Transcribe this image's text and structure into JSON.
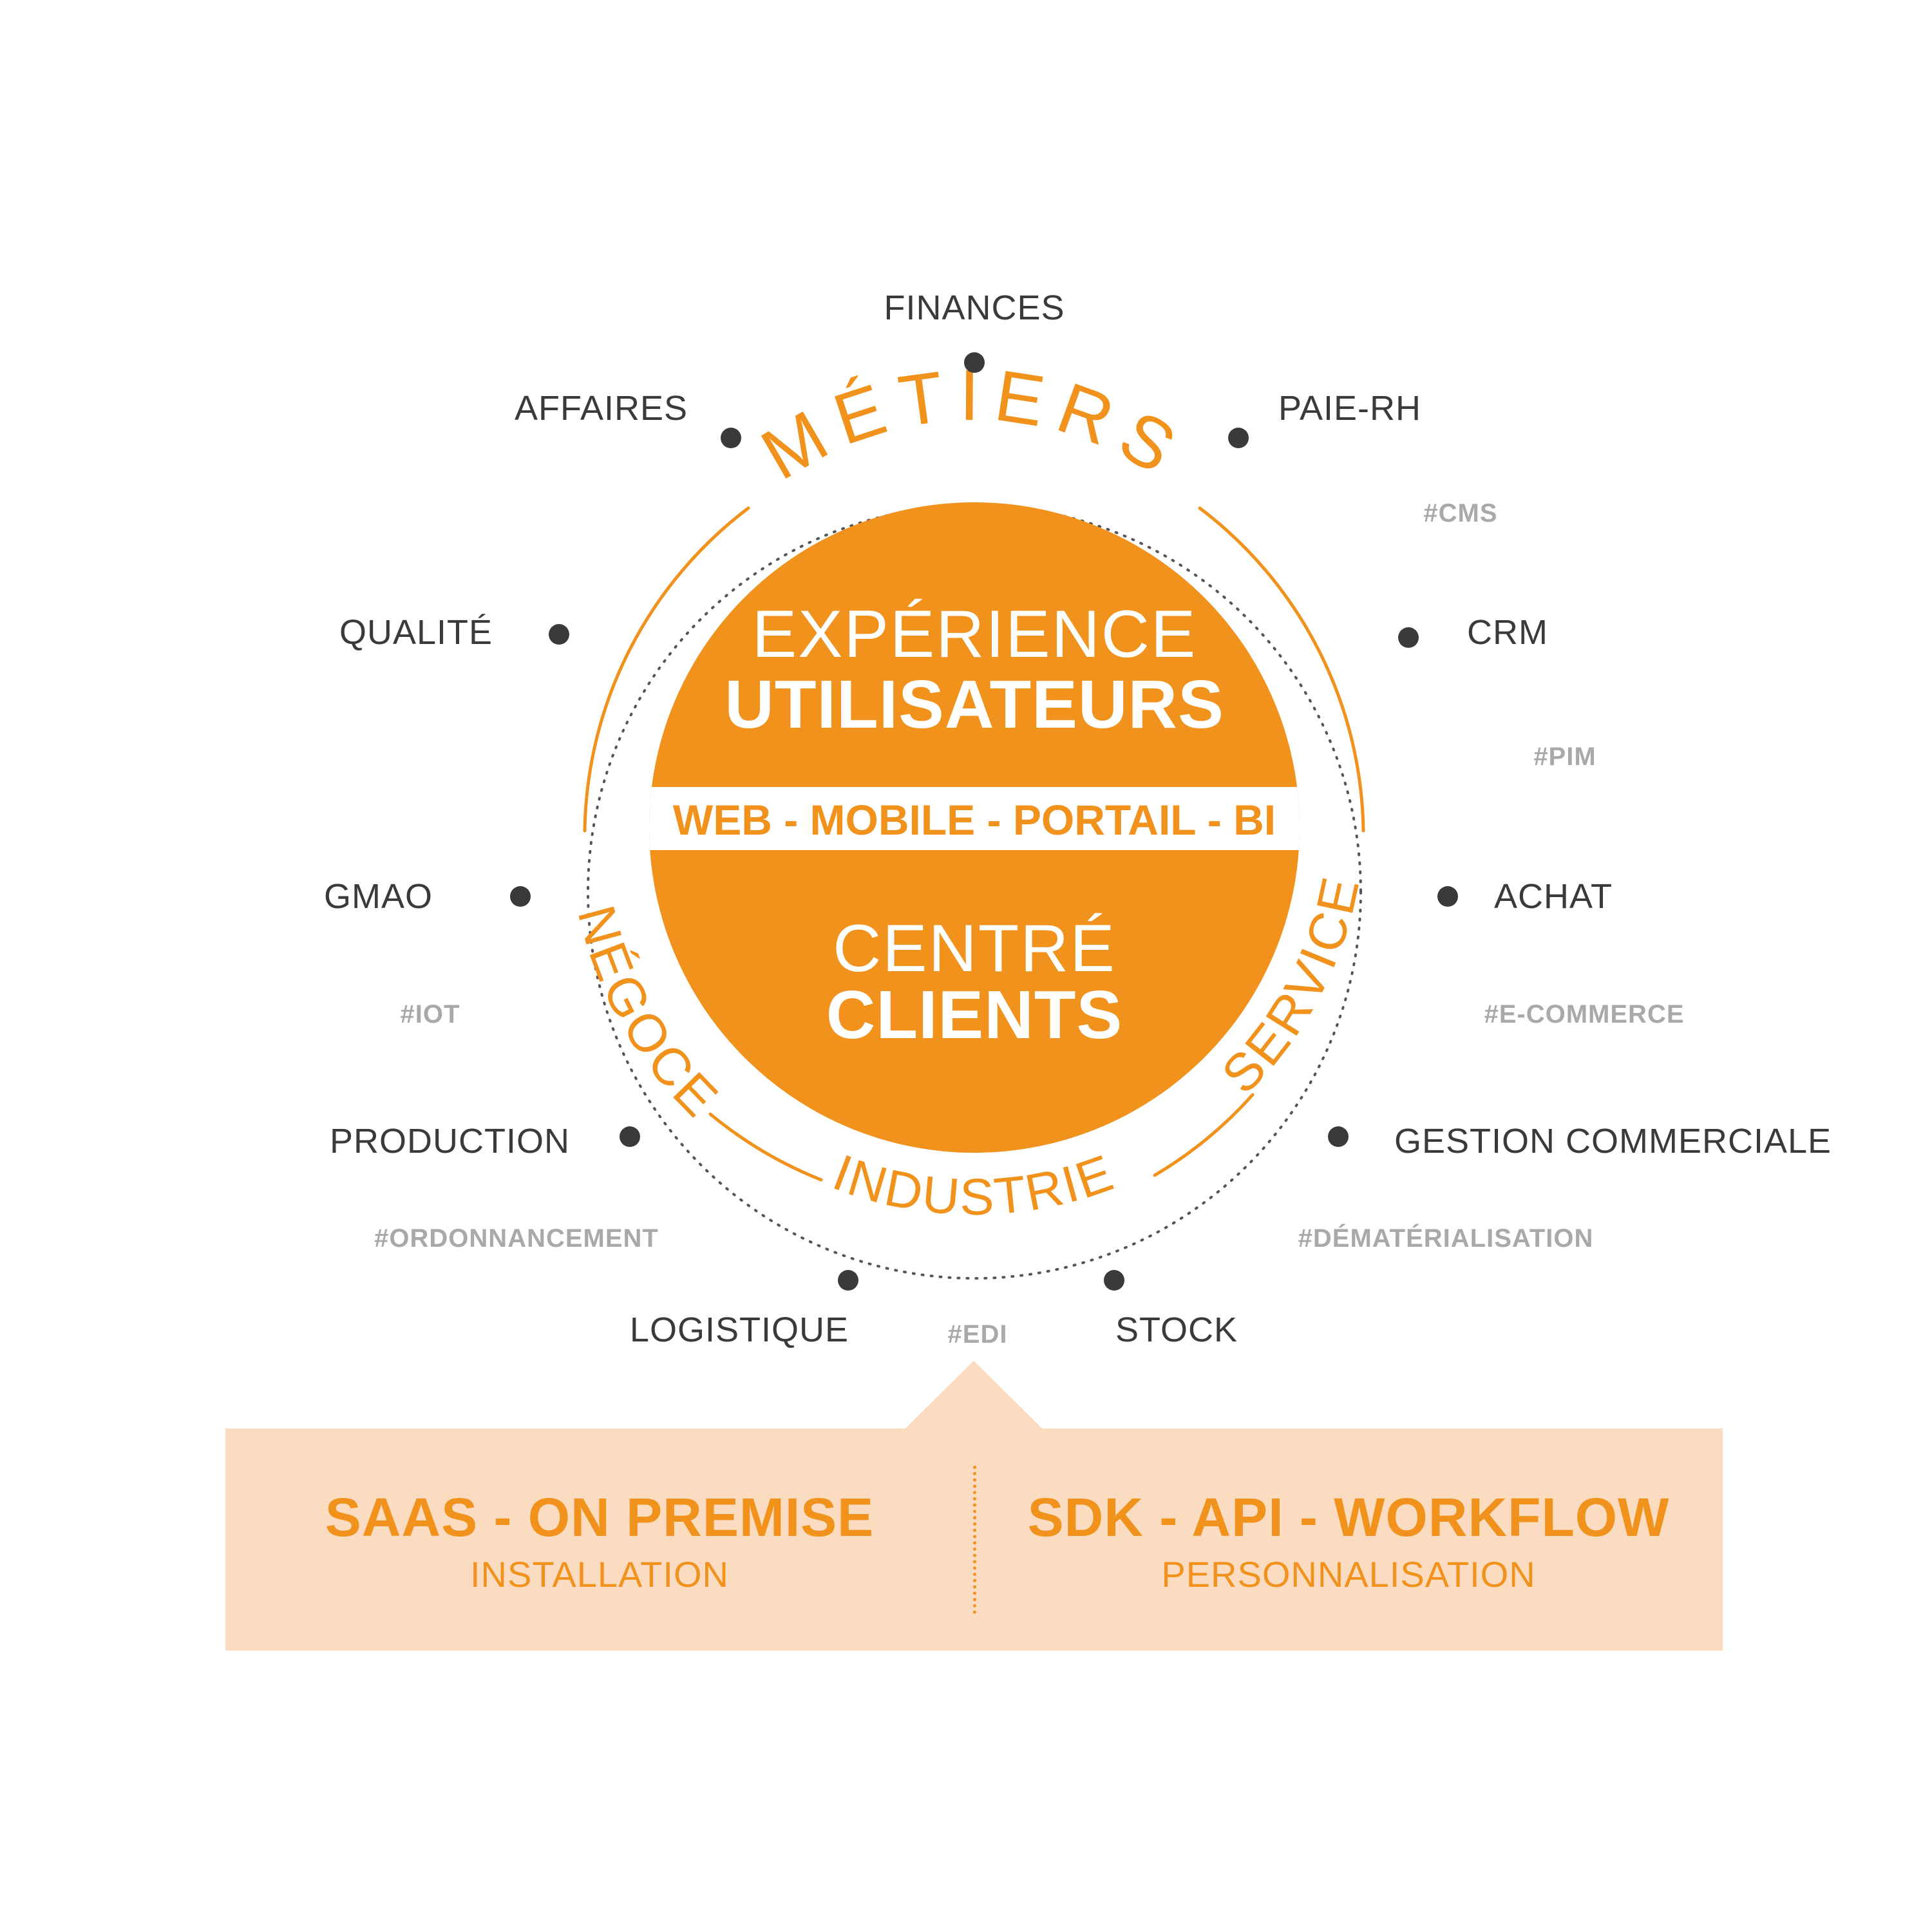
{
  "ring_nodes": [
    {
      "label": "FINANCES"
    },
    {
      "label": "PAIE-RH"
    },
    {
      "label": "CRM"
    },
    {
      "label": "ACHAT"
    },
    {
      "label": "GESTION COMMERCIALE"
    },
    {
      "label": "STOCK"
    },
    {
      "label": "LOGISTIQUE"
    },
    {
      "label": "PRODUCTION"
    },
    {
      "label": "GMAO"
    },
    {
      "label": "QUALITÉ"
    },
    {
      "label": "AFFAIRES"
    }
  ],
  "tags": [
    "#CMS",
    "#PIM",
    "#E-COMMERCE",
    "#DÉMATÉRIALISATION",
    "#EDI",
    "#ORDONNANCEMENT",
    "#IOT"
  ],
  "arc_labels": {
    "top": "MÉTIERS",
    "left": "NÉGOCE",
    "bottom": "INDUSTRIE",
    "right": "SERVICE"
  },
  "core": {
    "top_line1": "EXPÉRIENCE",
    "top_line2": "UTILISATEURS",
    "band": "WEB - MOBILE - PORTAIL - BI",
    "bottom_line1": "CENTRÉ",
    "bottom_line2": "CLIENTS"
  },
  "deployment": {
    "left_title": "SAAS - ON PREMISE",
    "left_subtitle": "INSTALLATION",
    "right_title": "SDK - API - WORKFLOW",
    "right_subtitle": "PERSONNALISATION"
  },
  "colors": {
    "accent": "#f0921c",
    "panel": "#fbdcc0",
    "node_text": "#3a3a3a",
    "tag_text": "#a9a9a9",
    "dot": "#3a3a3a"
  }
}
